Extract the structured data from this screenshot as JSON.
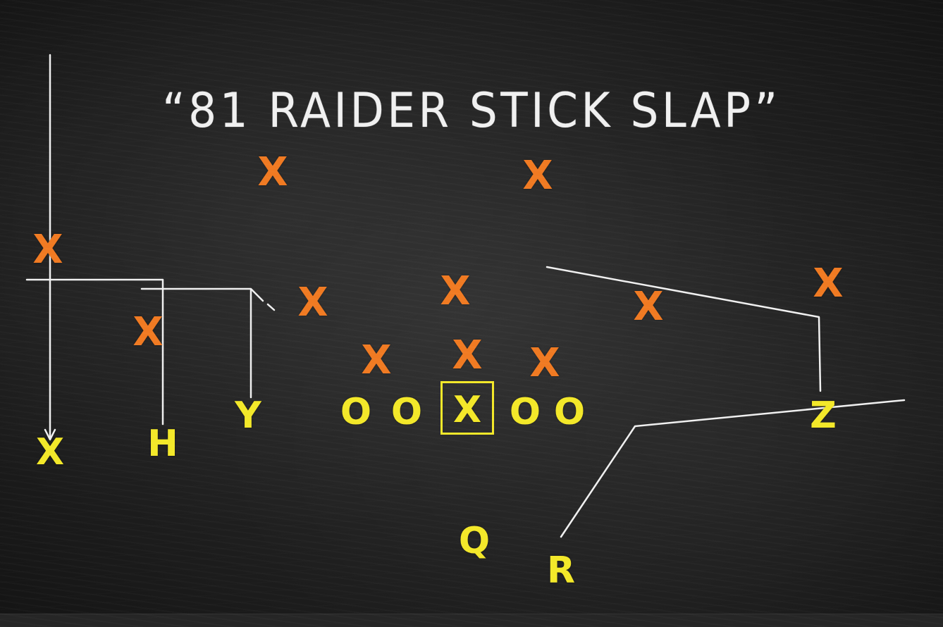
{
  "title": "“81 RAIDER STICK SLAP”",
  "colors": {
    "chalk": "#f0f0f0",
    "defense": "#f07a22",
    "offense": "#f3e829",
    "board": "#232323"
  },
  "defense": {
    "symbol": "X",
    "players": [
      {
        "id": "deep-left",
        "label": "X"
      },
      {
        "id": "deep-right",
        "label": "X"
      },
      {
        "id": "corner-left",
        "label": "X"
      },
      {
        "id": "overhang-left",
        "label": "X"
      },
      {
        "id": "linebacker-left",
        "label": "X"
      },
      {
        "id": "linebacker-middle",
        "label": "X"
      },
      {
        "id": "linebacker-right",
        "label": "X"
      },
      {
        "id": "corner-right",
        "label": "X"
      },
      {
        "id": "line-left",
        "label": "X"
      },
      {
        "id": "line-nose",
        "label": "X"
      },
      {
        "id": "line-right",
        "label": "X"
      }
    ]
  },
  "offense": {
    "receivers": {
      "x": "X",
      "h": "H",
      "y": "Y",
      "z": "Z"
    },
    "line": [
      "O",
      "O",
      "X",
      "O",
      "O"
    ],
    "backs": {
      "q": "Q",
      "r": "R"
    }
  }
}
